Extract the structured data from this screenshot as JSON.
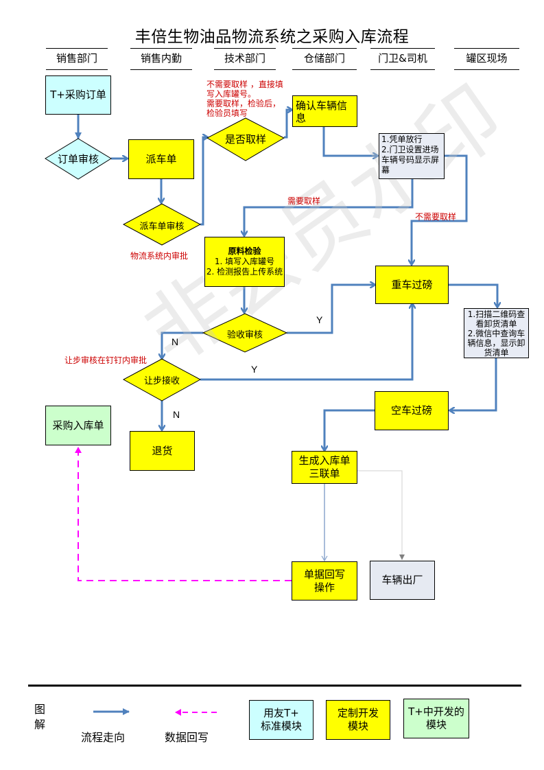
{
  "title": "丰倍生物油品物流系统之采购入库流程",
  "lanes": [
    "销售部门",
    "销售内勤",
    "技术部门",
    "仓储部门",
    "门卫&司机",
    "罐区现场"
  ],
  "nodes": {
    "purchase_order": "T+采购订单",
    "order_review": "订单审核",
    "dispatch_order": "派车单",
    "dispatch_review": "派车单审核",
    "sampling_decision": "是否取样",
    "confirm_vehicle": "确认车辆信息",
    "gate_release": [
      "1.凭单放行",
      "2.门卫设置进场车辆号码显示屏幕"
    ],
    "material_inspection_title": "原料检验",
    "material_inspection_lines": [
      "1. 填写入库罐号",
      "2. 检测报告上传系统"
    ],
    "heavy_weighing": "重车过磅",
    "acceptance_review": "验收审核",
    "scan_note": [
      "1.扫描二维码查看卸货清单",
      "2.微信中查询车辆信息，显示卸货清单"
    ],
    "concession_accept": "让步接收",
    "return_goods": "退货",
    "purchase_receipt": "采购入库单",
    "empty_weighing": "空车过磅",
    "generate_receipt": [
      "生成入库单",
      "三联单"
    ],
    "writeback": [
      "单据回写",
      "操作"
    ],
    "vehicle_exit": "车辆出厂"
  },
  "annotations": {
    "sampling_note": [
      "不需要取样 ，直接填",
      "写入库罐号。",
      "需要取样，检验后，",
      "检验员填写"
    ],
    "logistics_approval": "物流系统内审批",
    "need_sampling": "需要取样",
    "no_sampling": "不需要取样",
    "concession_note": "让步审核在钉钉内审批",
    "yes": "Y",
    "no": "N"
  },
  "legend": {
    "title": [
      "图",
      "解"
    ],
    "flow_direction": "流程走向",
    "data_writeback": "数据回写",
    "yonyou_standard": [
      "用友T+",
      "标准模块"
    ],
    "custom_dev": [
      "定制开发",
      "模块"
    ],
    "tplus_dev": [
      "T+中开发的",
      "模块"
    ]
  },
  "colors": {
    "flow_arrow": "#4f81bd",
    "writeback_arrow": "#ff00ff",
    "custom_module": "#ffff00",
    "standard_module": "#ccffff",
    "tplus_module": "#ccffcc",
    "annotation_red": "#cc0000"
  }
}
